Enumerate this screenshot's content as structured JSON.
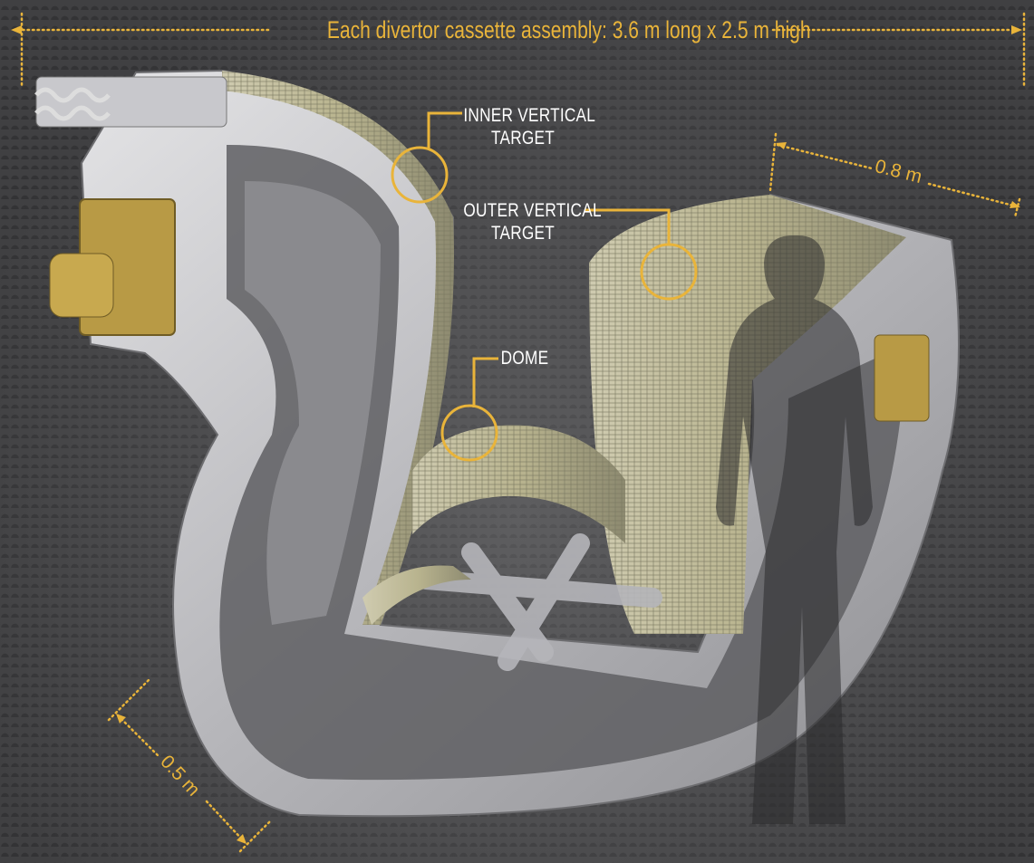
{
  "title_dimension": "Each divertor cassette assembly: 3.6 m long x 2.5 m high",
  "dimensions": {
    "width": "0.8 m",
    "depth": "0.5 m"
  },
  "callouts": [
    {
      "line1": "INNER VERTICAL",
      "line2": "TARGET"
    },
    {
      "line1": "OUTER VERTICAL",
      "line2": "TARGET"
    },
    {
      "line1": "DOME"
    }
  ],
  "colors": {
    "accent": "#e9b43a",
    "label": "#ffffff",
    "background": "#4a4a4c"
  }
}
